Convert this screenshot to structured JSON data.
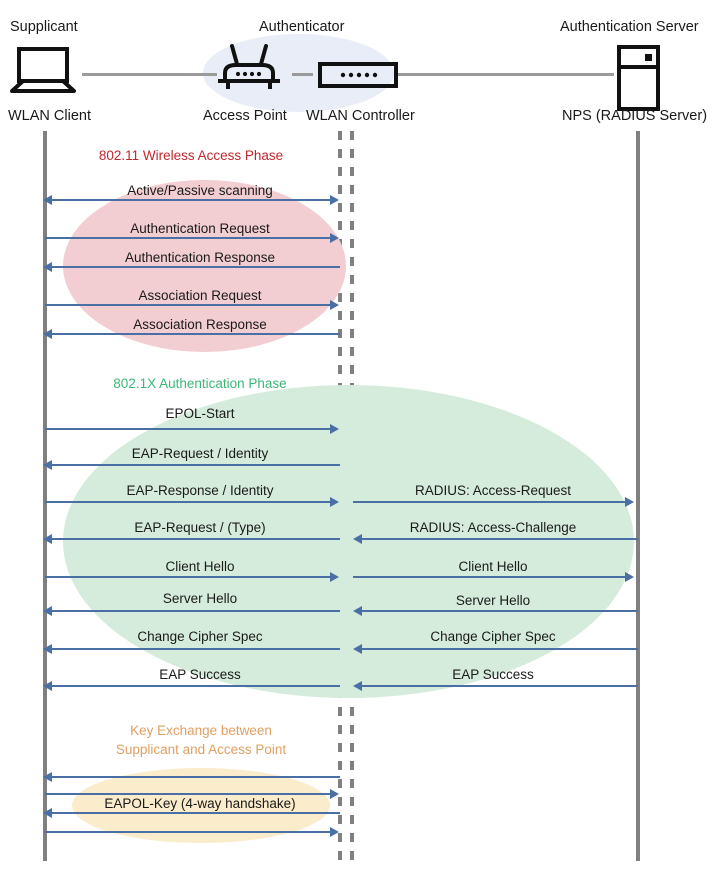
{
  "actors": [
    {
      "id": "supplicant",
      "role_label": "Supplicant",
      "device_label": "WLAN Client",
      "icon": "laptop-icon"
    },
    {
      "id": "access-point",
      "role_label": "Authenticator",
      "device_label": "Access Point",
      "icon": "wireless-router-icon"
    },
    {
      "id": "wlan-controller",
      "role_label": "",
      "device_label": "WLAN Controller",
      "icon": "network-switch-icon"
    },
    {
      "id": "auth-server",
      "role_label": "Authentication Server",
      "device_label": "NPS (RADIUS Server)",
      "icon": "server-rack-icon"
    }
  ],
  "phases": [
    {
      "id": "wireless-access",
      "heading": "802.11 Wireless Access Phase",
      "color": "#c0272d",
      "blob_color": "#f2ced2"
    },
    {
      "id": "dot1x-auth",
      "heading": "802.1X Authentication Phase",
      "color": "#3cb878",
      "blob_color": "#d5ecdc"
    },
    {
      "id": "key-exchange",
      "heading": "Key Exchange between\nSupplicant and Access Point",
      "color": "#e0a063",
      "blob_color": "#fbeccb"
    }
  ],
  "messages_left": [
    {
      "label": "Active/Passive scanning",
      "dir": "both"
    },
    {
      "label": "Authentication Request",
      "dir": "right"
    },
    {
      "label": "Authentication Response",
      "dir": "left"
    },
    {
      "label": "Association Request",
      "dir": "right"
    },
    {
      "label": "Association Response",
      "dir": "left"
    },
    {
      "label": "EPOL-Start",
      "dir": "right"
    },
    {
      "label": "EAP-Request / Identity",
      "dir": "left"
    },
    {
      "label": "EAP-Response / Identity",
      "dir": "right"
    },
    {
      "label": "EAP-Request / (Type)",
      "dir": "left"
    },
    {
      "label": "Client Hello",
      "dir": "right"
    },
    {
      "label": "Server Hello",
      "dir": "left"
    },
    {
      "label": "Change Cipher Spec",
      "dir": "left"
    },
    {
      "label": "EAP Success",
      "dir": "left"
    },
    {
      "label": "",
      "dir": "left"
    },
    {
      "label": "",
      "dir": "right"
    },
    {
      "label": "EAPOL-Key (4-way handshake)",
      "dir": "left"
    },
    {
      "label": "",
      "dir": "right"
    }
  ],
  "messages_right": [
    {
      "label": "RADIUS: Access-Request",
      "dir": "right"
    },
    {
      "label": "RADIUS: Access-Challenge",
      "dir": "left"
    },
    {
      "label": "Client Hello",
      "dir": "right"
    },
    {
      "label": "Server Hello",
      "dir": "left"
    },
    {
      "label": "Change Cipher Spec",
      "dir": "left"
    },
    {
      "label": "EAP Success",
      "dir": "left"
    }
  ],
  "colors": {
    "arrow": "#4a6fa5",
    "lifeline": "#808080",
    "wire": "#9a9a9a",
    "authenticator_blob": "#e9edf7"
  }
}
